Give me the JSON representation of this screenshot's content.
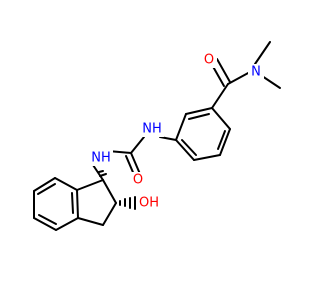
{
  "molecule": {
    "atoms": {
      "o_amide": {
        "text": "O",
        "color": "#ff0000"
      },
      "n_amide": {
        "text": "N",
        "color": "#0000ff"
      },
      "nh_aryl": {
        "text": "NH",
        "color": "#0000ff"
      },
      "o_urea": {
        "text": "O",
        "color": "#ff0000"
      },
      "nh_indane": {
        "text": "NH",
        "color": "#0000ff"
      },
      "oh": {
        "text": "OH",
        "color": "#ff0000"
      }
    }
  }
}
